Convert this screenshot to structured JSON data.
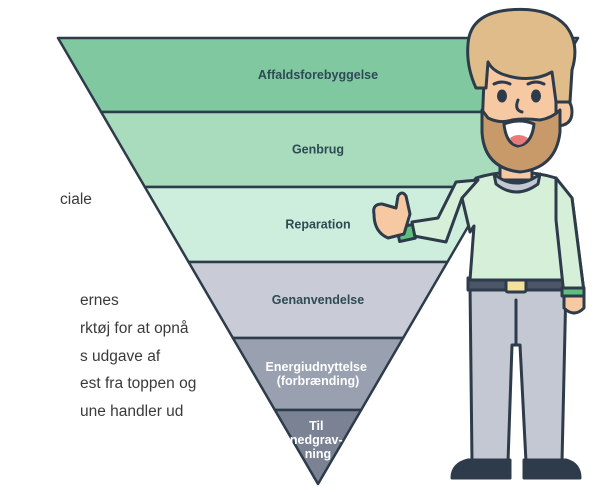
{
  "background_text": [
    "ciale",
    "ernes",
    "rktøj for at opnå",
    "s udgave af",
    "est fra toppen og",
    "une handler ud"
  ],
  "tiers": [
    {
      "lines": [
        "Affaldsforebyggelse"
      ],
      "fill": "#80c9a0",
      "text_color": "#2d4a55"
    },
    {
      "lines": [
        "Genbrug"
      ],
      "fill": "#a8dcbc",
      "text_color": "#2d4a55"
    },
    {
      "lines": [
        "Reparation"
      ],
      "fill": "#cdeedd",
      "text_color": "#2d4a55"
    },
    {
      "lines": [
        "Genanvendelse"
      ],
      "fill": "#c9ccd6",
      "text_color": "#2d4a55"
    },
    {
      "lines": [
        "Energiudnyttelse",
        "(forbrænding)"
      ],
      "fill": "#99a0b0",
      "text_color": "#ffffff"
    },
    {
      "lines": [
        "Til",
        "nedgrav-",
        "ning"
      ],
      "fill": "#7a8294",
      "text_color": "#ffffff"
    }
  ],
  "colors": {
    "outline": "#2d3b4a",
    "skin": "#f6c9a3",
    "hair": "#e0bc8b",
    "beard": "#c89a6a",
    "shirt": "#d6efd9",
    "pants": "#c4c8d2",
    "belt": "#4a5668",
    "buckle": "#f4e29a",
    "shoe": "#2d3b4a",
    "wristband": "#5fbf7f"
  },
  "icons": [
    "man-illustration"
  ]
}
